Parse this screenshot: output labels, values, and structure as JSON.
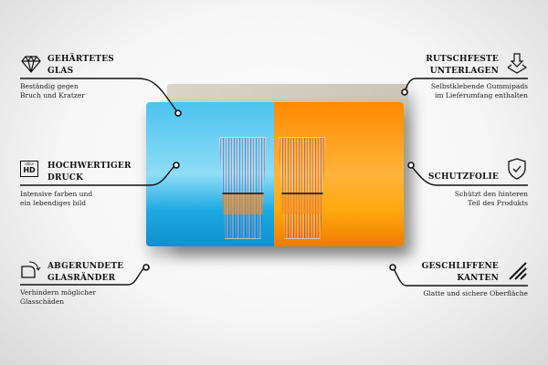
{
  "features": [
    {
      "icon": "diamond-icon",
      "title_line1": "GEHÄRTETES",
      "title_line2": "GLAS",
      "desc_line1": "Beständig gegen",
      "desc_line2": "Bruch und Kratzer"
    },
    {
      "icon": "ultra-hd-icon",
      "icon_text_small": "ultra",
      "icon_text_large": "HD",
      "title_line1": "HOCHWERTIGER",
      "title_line2": "DRUCK",
      "desc_line1": "Intensive farben und",
      "desc_line2": "ein lebendiges bild"
    },
    {
      "icon": "rounded-corner-icon",
      "title_line1": "ABGERUNDETE",
      "title_line2": "GLASRÄNDER",
      "desc_line1": "Verhindern möglicher",
      "desc_line2": "Glasschäden"
    },
    {
      "icon": "non-slip-pad-icon",
      "title_line1": "RUTSCHFESTE",
      "title_line2": "UNTERLAGEN",
      "desc_line1": "Selbstklebende Gummipads",
      "desc_line2": "im Lieferumfang enthalten"
    },
    {
      "icon": "shield-check-icon",
      "title_line1": "SCHUTZFOLIE",
      "desc_line1": "Schützt den hinteren",
      "desc_line2": "Teil des Produkts"
    },
    {
      "icon": "ground-edges-icon",
      "title_line1": "GESCHLIFFENE",
      "title_line2": "KANTEN",
      "desc_line1": "Glatte und sichere Oberfläche"
    }
  ],
  "colors": {
    "blue": "#4cc3ef",
    "orange": "#ff8a00",
    "panel": "#d8d4c8"
  }
}
